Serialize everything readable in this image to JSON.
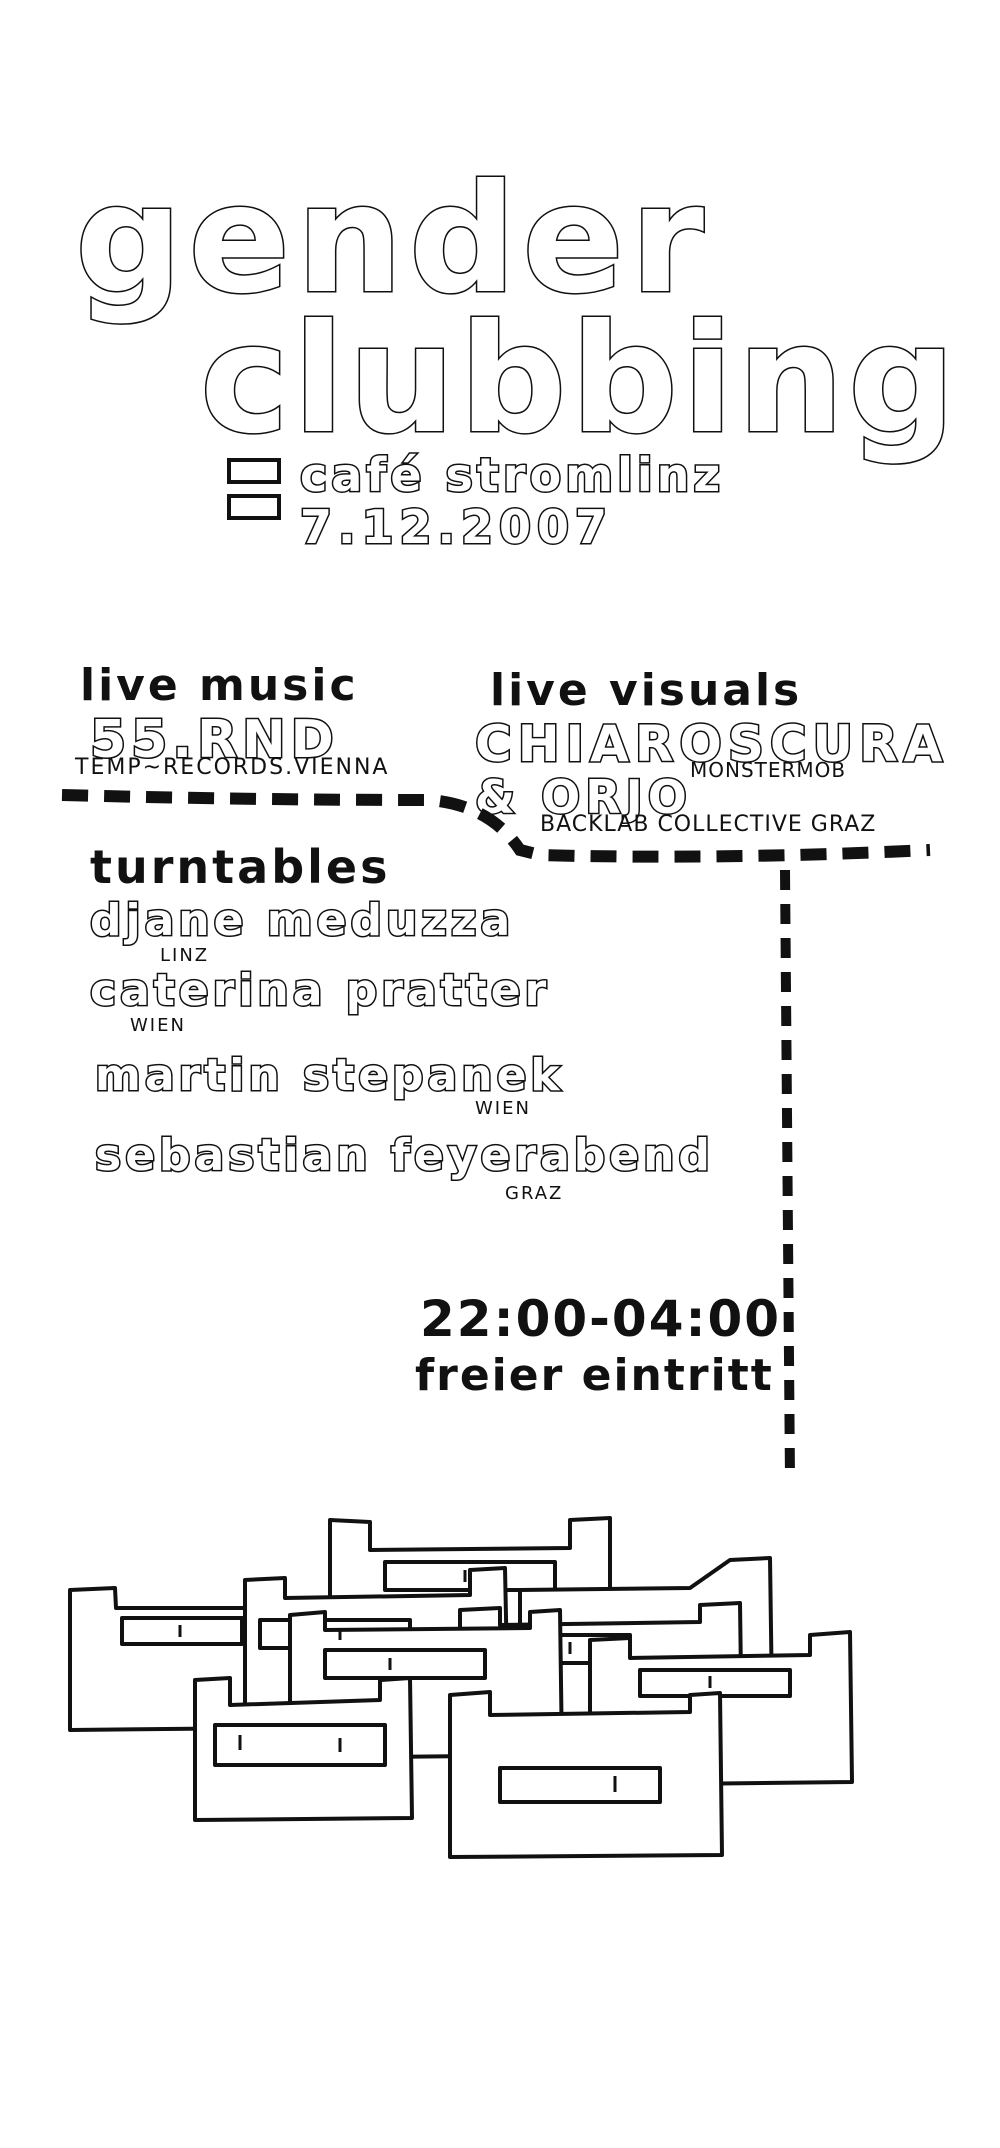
{
  "title": {
    "line1": "gender",
    "line2": "clubbing"
  },
  "venue": "café stromlinz",
  "date": "7.12.2007",
  "live_music": {
    "heading": "live music",
    "artist": "55.RND",
    "label": "TEMP~RECORDS.VIENNA"
  },
  "live_visuals": {
    "heading": "live visuals",
    "artist1": "CHIAROSCURA",
    "artist1_collective": "MONSTERMOB",
    "artist2": "& ORJO",
    "artist2_collective": "BACKLAB COLLECTIVE GRAZ"
  },
  "turntables": {
    "heading": "turntables",
    "djs": [
      {
        "name": "djane meduzza",
        "city": "LINZ"
      },
      {
        "name": "caterina pratter",
        "city": "WIEN"
      },
      {
        "name": "martin stepanek",
        "city": "WIEN"
      },
      {
        "name": "sebastian feyerabend",
        "city": "GRAZ"
      }
    ]
  },
  "time": "22:00-04:00",
  "entry": "freier eintritt",
  "colors": {
    "ink": "#111111",
    "paper": "#ffffff"
  }
}
